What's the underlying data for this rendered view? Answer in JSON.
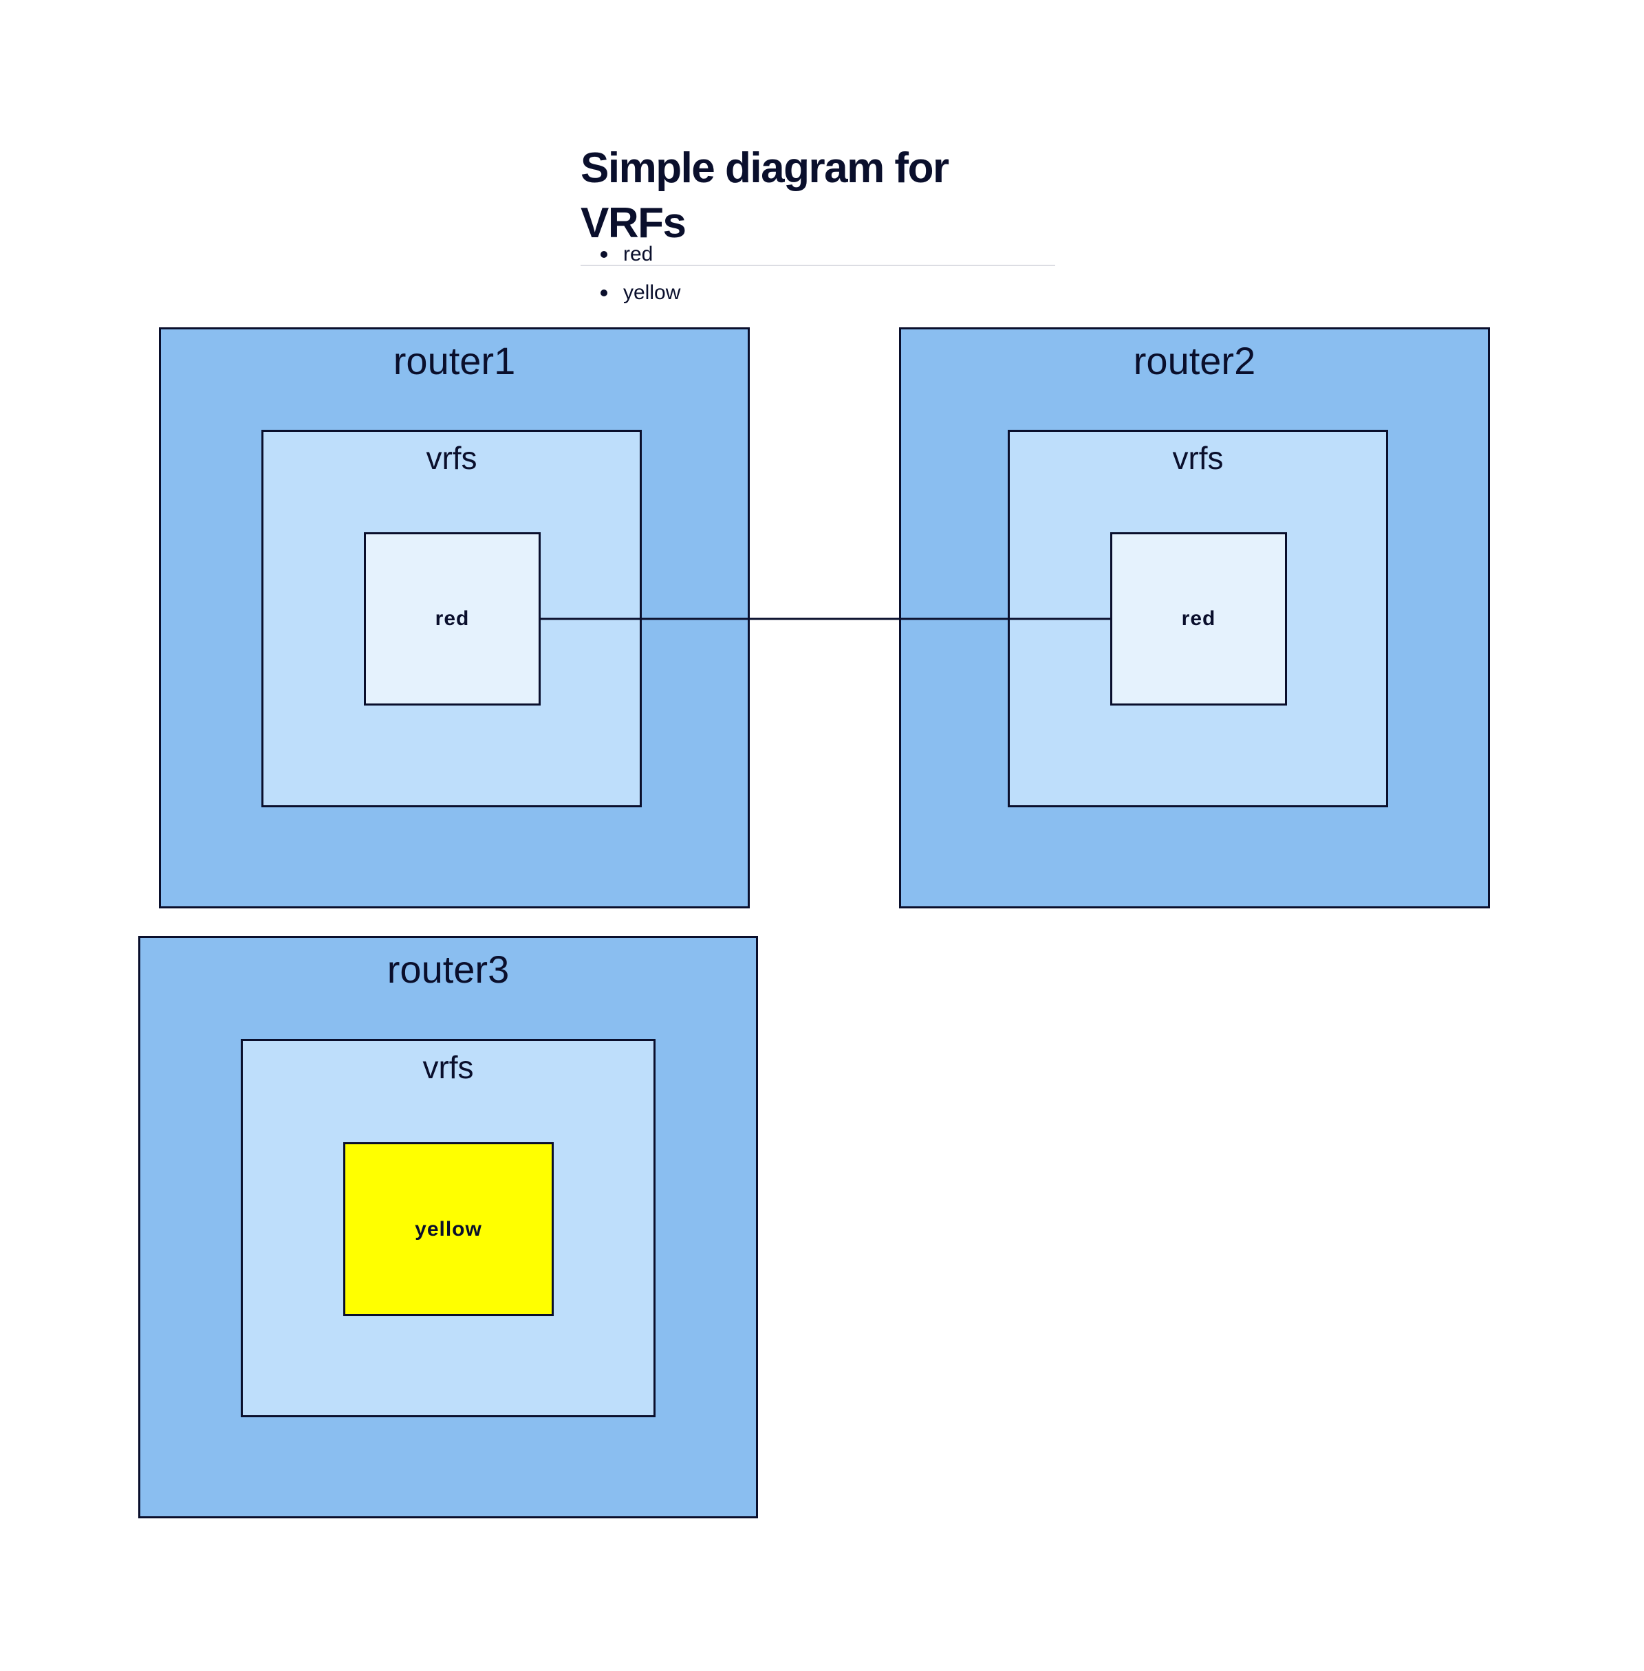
{
  "title": "Simple diagram for VRFs",
  "legend": [
    "red",
    "yellow"
  ],
  "routers": [
    {
      "name": "router1",
      "group_label": "vrfs",
      "vrf": "red"
    },
    {
      "name": "router2",
      "group_label": "vrfs",
      "vrf": "red"
    },
    {
      "name": "router3",
      "group_label": "vrfs",
      "vrf": "yellow"
    }
  ],
  "links": [
    {
      "from": "router1.red",
      "to": "router2.red"
    }
  ],
  "colors": {
    "router_fill": "#8abef0",
    "vrfs_fill": "#bedefb",
    "vrf_red_fill": "#e5f2fd",
    "vrf_yellow_fill": "#ffff00",
    "stroke": "#0a0f2c"
  }
}
